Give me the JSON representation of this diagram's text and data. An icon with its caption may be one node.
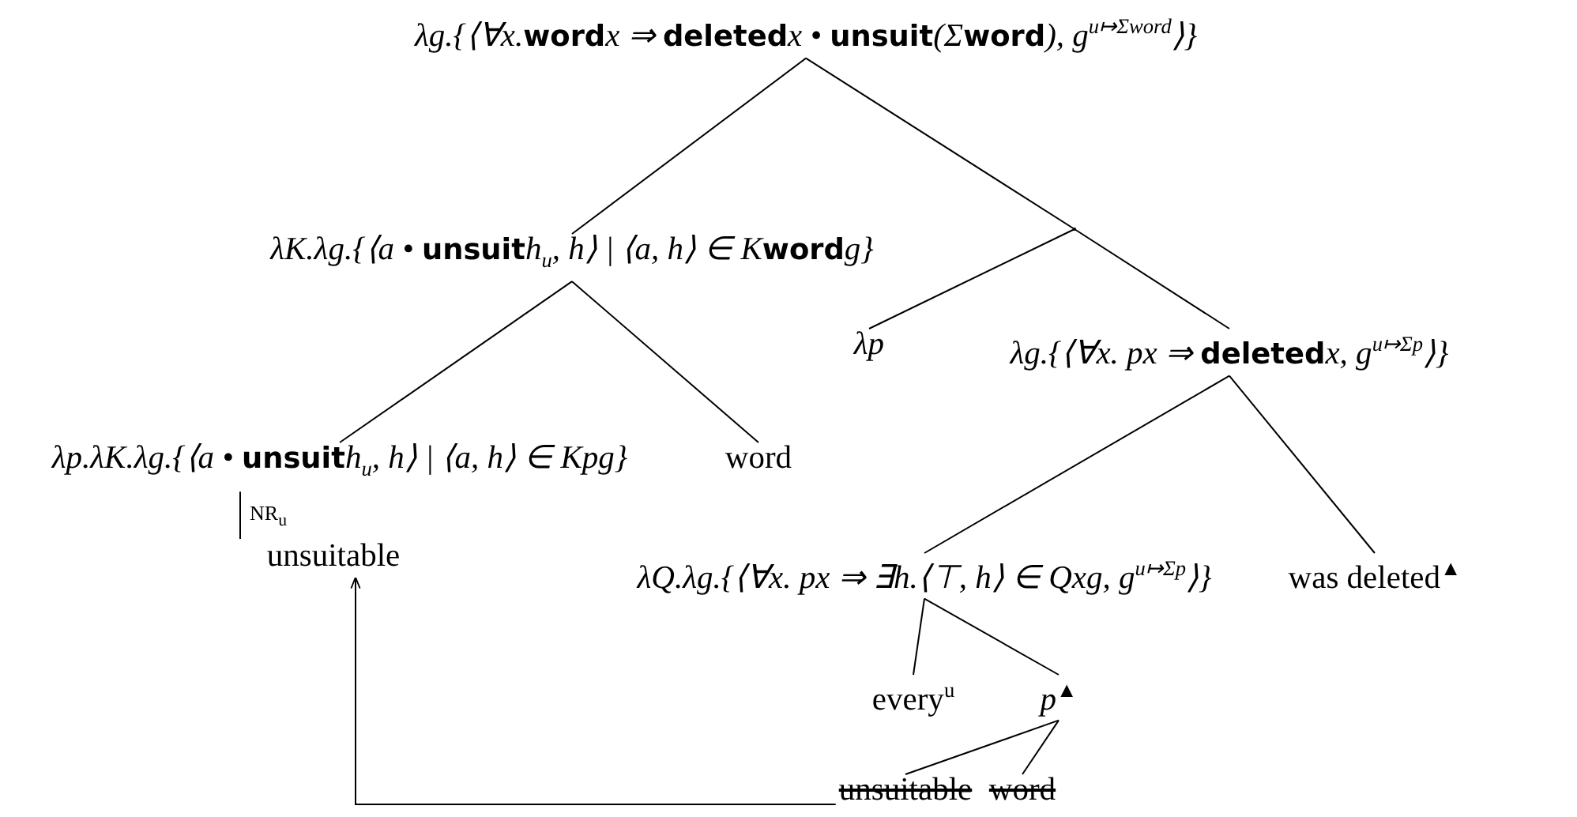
{
  "diagram": {
    "nodes": [
      {
        "text": [
          "λg.{⟨∀x.**word**x ⇒ **deleted**x • **unsuit**(Σ**word**), g$^{u↦Σword}$⟩}"
        ]
      },
      {
        "text": [
          "λK.λg.{⟨a • **unsuit**h$_{u}$, h⟩ | ⟨a, h⟩ ∈ K**word**g}"
        ]
      },
      {
        "text": [],
        "shape": "point"
      },
      {
        "text": [
          "λp"
        ]
      },
      {
        "text": [
          "λg.{⟨∀x. px ⇒ **deleted**x, g$^{u↦Σp}$⟩}"
        ]
      },
      {
        "text": [
          "λp.λK.λg.{⟨a • **unsuit**h$_{u}$, h⟩ | ⟨a, h⟩ ∈ Kpg}"
        ]
      },
      {
        "text": [
          "word"
        ]
      },
      {
        "text": [
          "unsuitable"
        ]
      },
      {
        "text": [
          "λQ.λg.{⟨∀x. px ⇒ ∃h.⟨⊤, h⟩ ∈ Qxg, g$^{u↦Σp}$⟩}"
        ]
      },
      {
        "text": [
          "was deleted$^{▲}$"
        ]
      },
      {
        "text": [
          "every$^{u}$"
        ]
      },
      {
        "text": [
          "p$^{▲}$"
        ]
      },
      {
        "text": [
          "unsuitable"
        ]
      },
      {
        "text": [
          "word"
        ]
      }
    ],
    "edges": [
      {
        "from": 0,
        "to": 1,
        "arrow": "none"
      },
      {
        "from": 0,
        "to": 2,
        "arrow": "none"
      },
      {
        "from": 2,
        "to": 3,
        "arrow": "none"
      },
      {
        "from": 2,
        "to": 4,
        "arrow": "none"
      },
      {
        "from": 1,
        "to": 5,
        "arrow": "none"
      },
      {
        "from": 1,
        "to": 6,
        "arrow": "none"
      },
      {
        "from": 5,
        "to": 7,
        "arrow": "none",
        "label": "NR$_{u}$"
      },
      {
        "from": 4,
        "to": 8,
        "arrow": "none"
      },
      {
        "from": 4,
        "to": 9,
        "arrow": "none"
      },
      {
        "from": 8,
        "to": 10,
        "arrow": "none"
      },
      {
        "from": 8,
        "to": 11,
        "arrow": "none"
      },
      {
        "from": 11,
        "to": 12,
        "arrow": "none"
      },
      {
        "from": 11,
        "to": 13,
        "arrow": "none"
      },
      {
        "from": 12,
        "to": 7,
        "arrow": "to"
      }
    ]
  }
}
